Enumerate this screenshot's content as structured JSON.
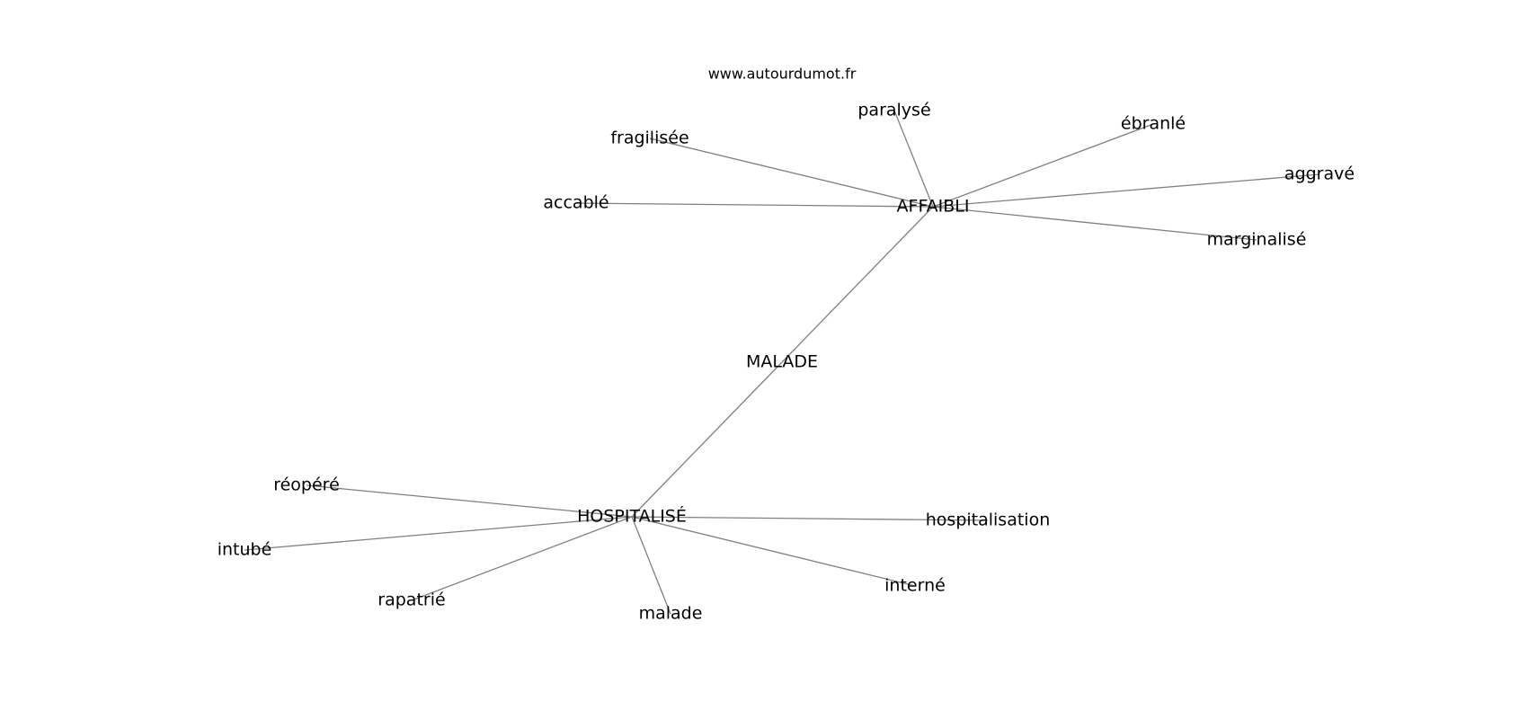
{
  "source_label": "www.autourdumot.fr",
  "graph": {
    "center": "MALADE",
    "hubs": [
      {
        "word": "AFFAIBLI",
        "neighbors": [
          "paralysé",
          "ébranlé",
          "fragilisée",
          "aggravé",
          "accablé",
          "marginalisé"
        ]
      },
      {
        "word": "HOSPITALISÉ",
        "neighbors": [
          "réopéré",
          "hospitalisation",
          "intubé",
          "interné",
          "rapatrié",
          "malade"
        ]
      }
    ]
  },
  "colors": {
    "edge": "#808080",
    "text": "#000000",
    "background": "#ffffff"
  }
}
